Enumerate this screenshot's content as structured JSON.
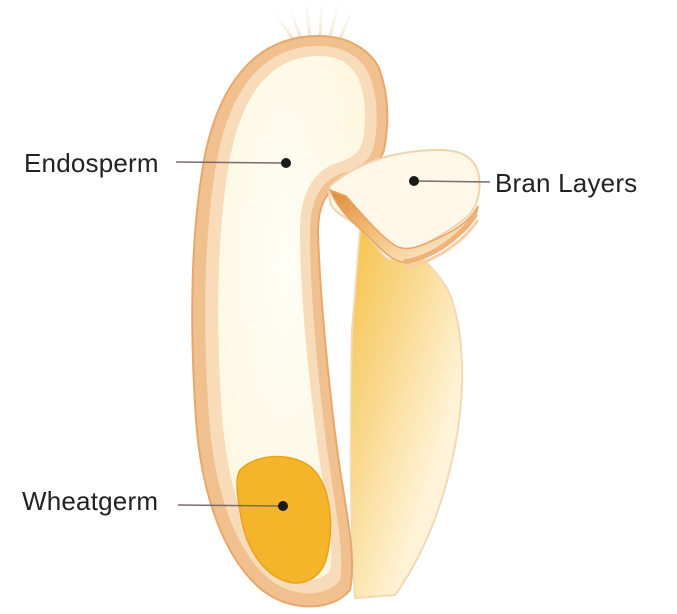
{
  "diagram": {
    "labels": {
      "endosperm": "Endosperm",
      "bran_layers": "Bran Layers",
      "wheatgerm": "Wheatgerm"
    },
    "colors": {
      "bran_outer": "#f0bf8f",
      "bran_inner": "#f7d7b3",
      "endosperm_fill": "#fffbea",
      "germ_fill": "#f4b52a",
      "bran_flap_shade": "#e79a4a",
      "background": "#ffffff",
      "text": "#222222",
      "leader_line": "#7a6a6a"
    }
  }
}
